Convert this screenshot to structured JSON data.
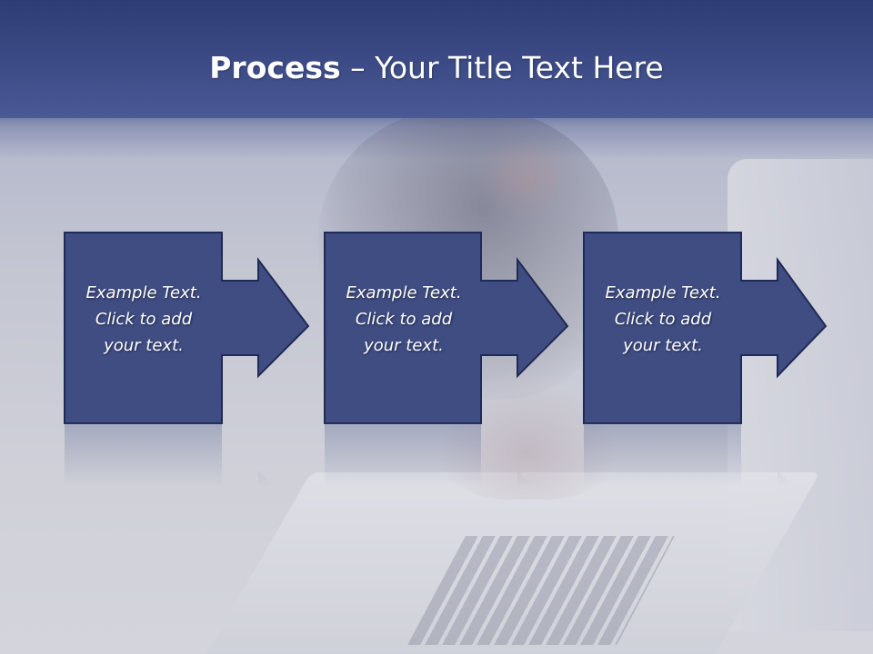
{
  "slide": {
    "title_bold": "Process",
    "title_rest": " – Your Title Text Here"
  },
  "steps": [
    {
      "line1": "Example Text.",
      "line2": "Click  to add",
      "line3": "your text."
    },
    {
      "line1": "Example Text.",
      "line2": "Click  to add",
      "line3": "your text."
    },
    {
      "line1": "Example Text.",
      "line2": "Click  to add",
      "line3": "your text."
    }
  ],
  "colors": {
    "title_bar": "#3e4d88",
    "step_fill": "#3f4d83",
    "step_border": "#1f2a55",
    "text": "#ffffff"
  }
}
